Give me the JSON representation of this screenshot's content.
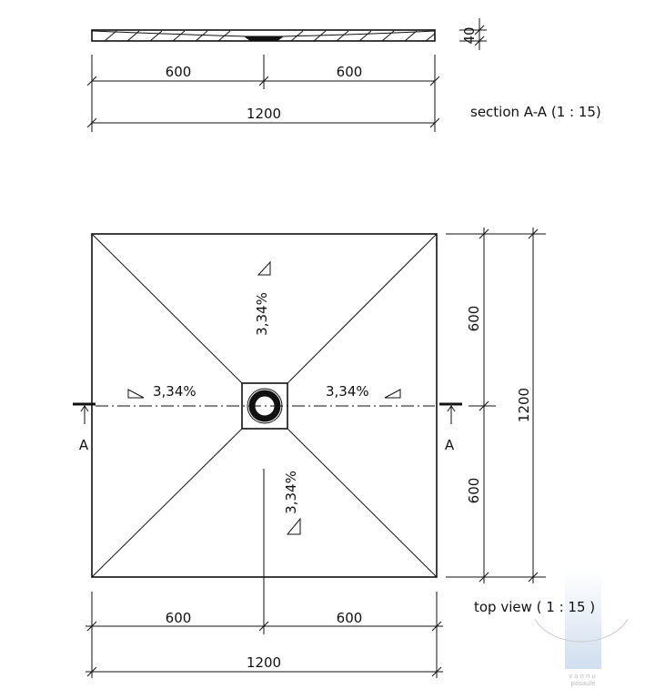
{
  "section": {
    "title": "section A-A (1 : 15)",
    "dim_left": "600",
    "dim_right": "600",
    "dim_total": "1200",
    "dim_height": "40"
  },
  "top_view": {
    "title": "top view ( 1 : 15 )",
    "slope_top": "3,34%",
    "slope_left": "3,34%",
    "slope_right": "3,34%",
    "slope_bottom": "3,34%",
    "marker_left": "A",
    "marker_right": "A",
    "dim_right_upper": "600",
    "dim_right_lower": "600",
    "dim_right_total": "1200",
    "dim_bottom_left": "600",
    "dim_bottom_right": "600",
    "dim_bottom_total": "1200"
  },
  "watermark": {
    "text": "vannu pasaule",
    "color": "#c9d9ea"
  }
}
